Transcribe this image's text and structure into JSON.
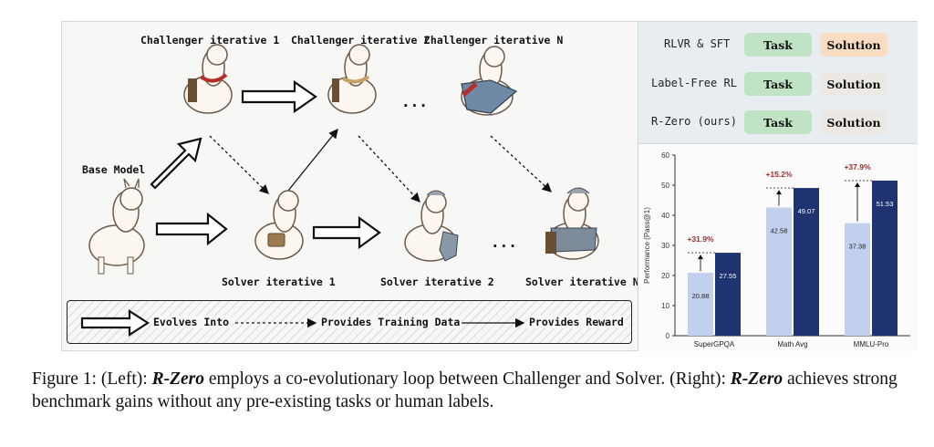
{
  "diagram": {
    "base_model_label": "Base Model",
    "challengers": [
      "Challenger iterative 1",
      "Challenger iterative 2",
      "Challenger iterative N"
    ],
    "solvers": [
      "Solver iterative 1",
      "Solver iterative 2",
      "Solver iterative N"
    ],
    "ellipsis": "...",
    "legend": {
      "evolves": "Evolves Into",
      "training": "Provides Training Data",
      "reward": "Provides Reward"
    }
  },
  "comparison_table": {
    "rows": [
      {
        "label": "RLVR & SFT",
        "task": "Task",
        "solution": "Solution"
      },
      {
        "label": "Label-Free RL",
        "task": "Task",
        "solution": "Solution"
      },
      {
        "label": "R-Zero (ours)",
        "task": "Task",
        "solution": "Solution"
      }
    ]
  },
  "colors": {
    "baseline_bar": "#c2d0ee",
    "rzero_bar": "#1f3370",
    "gain_text": "#a42a24",
    "task_pill": "#bfe3c4",
    "solution_pill": "#ece8e4",
    "solution_pill_highlight": "#f9ddc3"
  },
  "chart_data": {
    "type": "bar",
    "categories": [
      "SuperGPQA",
      "Math Avg",
      "MMLU-Pro"
    ],
    "series": [
      {
        "values": [
          20.88,
          42.58,
          37.38
        ]
      },
      {
        "values": [
          27.55,
          49.07,
          51.53
        ]
      }
    ],
    "value_labels": [
      [
        "20.88",
        "27.55"
      ],
      [
        "42.58",
        "49.07"
      ],
      [
        "37.38",
        "51.53"
      ]
    ],
    "annotations": [
      "+31.9%",
      "+15.2%",
      "+37.9%"
    ],
    "ylabel": "Performance (Pass@1)",
    "ylim": [
      0,
      60
    ],
    "yticks": [
      "0",
      "10",
      "20",
      "30",
      "40",
      "50",
      "60"
    ],
    "grid": false,
    "legend": "none"
  },
  "caption": {
    "part1": "Figure 1: (Left): ",
    "em1": "R-Zero",
    "part2": " employs a co-evolutionary loop between Challenger and Solver. (Right): ",
    "em2": "R-Zero",
    "part3": " achieves strong benchmark gains without any pre-existing tasks or human labels."
  }
}
